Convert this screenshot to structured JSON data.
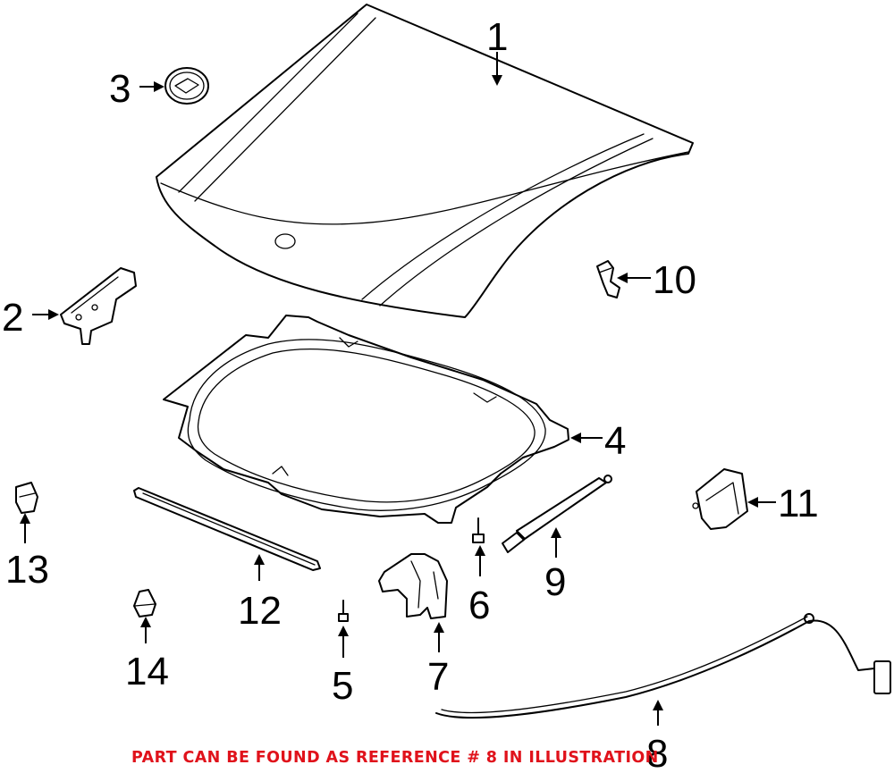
{
  "callouts": {
    "c1": "1",
    "c2": "2",
    "c3": "3",
    "c4": "4",
    "c5": "5",
    "c6": "6",
    "c7": "7",
    "c8": "8",
    "c9": "9",
    "c10": "10",
    "c11": "11",
    "c12": "12",
    "c13": "13",
    "c14": "14"
  },
  "footer_note": "PART CAN BE FOUND AS REFERENCE # 8 IN ILLUSTRATION",
  "colors": {
    "line": "#000000",
    "note": "#e0121b",
    "background": "#ffffff"
  }
}
